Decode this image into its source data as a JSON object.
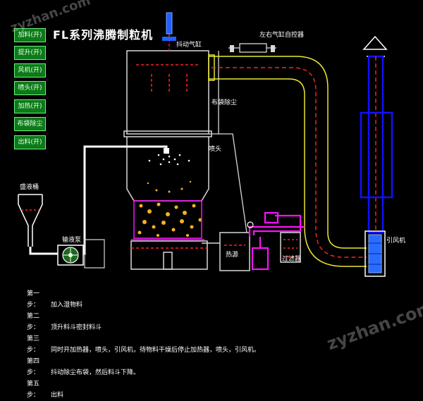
{
  "title": "FL系列沸腾制粒机",
  "controls": [
    {
      "label": "加料(开)"
    },
    {
      "label": "提升(开)"
    },
    {
      "label": "风机(开)"
    },
    {
      "label": "喷头(开)"
    },
    {
      "label": "加热(开)"
    },
    {
      "label": "布袋除尘"
    },
    {
      "label": "出料(开)"
    }
  ],
  "labels": {
    "shaker_cylinder": "抖动气缸",
    "bag_dust": "布袋除尘",
    "spray_head": "喷头",
    "cylinder_controller": "左右气缸自控器",
    "liquid_tank": "盛液桶",
    "pump": "输液泵",
    "heater": "热源",
    "filter": "过滤器",
    "fan": "引风机"
  },
  "steps": [
    {
      "step": "第一步：",
      "text": "加入湿物料"
    },
    {
      "step": "第二步：",
      "text": "顶升料斗密封料斗"
    },
    {
      "step": "第三步：",
      "text": "同时开加热器，喷头，引风机，待物料干燥后停止加热器，喷头，引风机。"
    },
    {
      "step": "第四步：",
      "text": "抖动除尘布袋，然后料斗下降。"
    },
    {
      "step": "第五步：",
      "text": "出料"
    }
  ],
  "watermark": "zyzhan.com",
  "colors": {
    "background": "#000000",
    "duct_outline": "#e8e830",
    "flow_line": "#ff2020",
    "liquid_line": "#ffffff",
    "button_fill": "#0c7a18",
    "fan_chimney": "#1010ff",
    "pipe_magenta": "#ff10ff",
    "particles": "#ffb020"
  }
}
